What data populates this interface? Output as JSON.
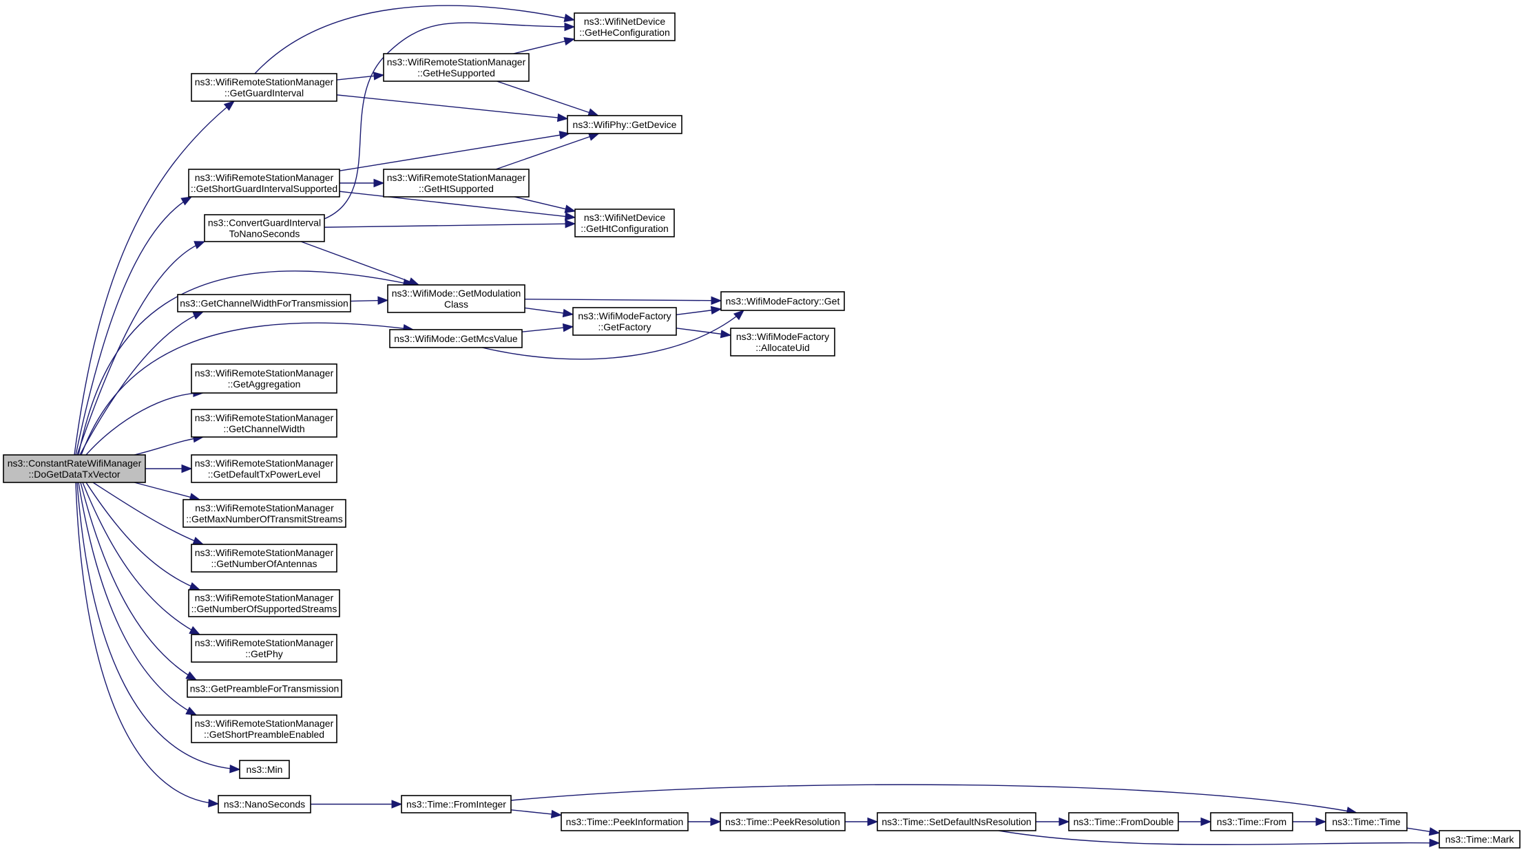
{
  "diagram": {
    "type": "call-graph",
    "root": "n_root",
    "nodes": [
      {
        "id": "n_root",
        "lines": [
          "ns3::ConstantRateWifiManager",
          "::DoGetDataTxVector"
        ],
        "highlighted": true
      },
      {
        "id": "n_guard",
        "lines": [
          "ns3::WifiRemoteStationManager",
          "::GetGuardInterval"
        ]
      },
      {
        "id": "n_sgis",
        "lines": [
          "ns3::WifiRemoteStationManager",
          "::GetShortGuardIntervalSupported"
        ]
      },
      {
        "id": "n_conv",
        "lines": [
          "ns3::ConvertGuardInterval",
          "ToNanoSeconds"
        ]
      },
      {
        "id": "n_cwft",
        "lines": [
          "ns3::GetChannelWidthForTransmission"
        ]
      },
      {
        "id": "n_aggr",
        "lines": [
          "ns3::WifiRemoteStationManager",
          "::GetAggregation"
        ]
      },
      {
        "id": "n_cw",
        "lines": [
          "ns3::WifiRemoteStationManager",
          "::GetChannelWidth"
        ]
      },
      {
        "id": "n_dtpl",
        "lines": [
          "ns3::WifiRemoteStationManager",
          "::GetDefaultTxPowerLevel"
        ]
      },
      {
        "id": "n_mnts",
        "lines": [
          "ns3::WifiRemoteStationManager",
          "::GetMaxNumberOfTransmitStreams"
        ]
      },
      {
        "id": "n_noa",
        "lines": [
          "ns3::WifiRemoteStationManager",
          "::GetNumberOfAntennas"
        ]
      },
      {
        "id": "n_noss",
        "lines": [
          "ns3::WifiRemoteStationManager",
          "::GetNumberOfSupportedStreams"
        ]
      },
      {
        "id": "n_phy",
        "lines": [
          "ns3::WifiRemoteStationManager",
          "::GetPhy"
        ]
      },
      {
        "id": "n_pft",
        "lines": [
          "ns3::GetPreambleForTransmission"
        ]
      },
      {
        "id": "n_spe",
        "lines": [
          "ns3::WifiRemoteStationManager",
          "::GetShortPreambleEnabled"
        ]
      },
      {
        "id": "n_min",
        "lines": [
          "ns3::Min"
        ]
      },
      {
        "id": "n_nano",
        "lines": [
          "ns3::NanoSeconds"
        ]
      },
      {
        "id": "n_hesup",
        "lines": [
          "ns3::WifiRemoteStationManager",
          "::GetHeSupported"
        ]
      },
      {
        "id": "n_htsup",
        "lines": [
          "ns3::WifiRemoteStationManager",
          "::GetHtSupported"
        ]
      },
      {
        "id": "n_modc",
        "lines": [
          "ns3::WifiMode::GetModulation",
          "Class"
        ]
      },
      {
        "id": "n_mcs",
        "lines": [
          "ns3::WifiMode::GetMcsValue"
        ]
      },
      {
        "id": "n_heconf",
        "lines": [
          "ns3::WifiNetDevice",
          "::GetHeConfiguration"
        ]
      },
      {
        "id": "n_getdev",
        "lines": [
          "ns3::WifiPhy::GetDevice"
        ]
      },
      {
        "id": "n_htconf",
        "lines": [
          "ns3::WifiNetDevice",
          "::GetHtConfiguration"
        ]
      },
      {
        "id": "n_getfac",
        "lines": [
          "ns3::WifiModeFactory",
          "::GetFactory"
        ]
      },
      {
        "id": "n_mfget",
        "lines": [
          "ns3::WifiModeFactory::Get"
        ]
      },
      {
        "id": "n_alloc",
        "lines": [
          "ns3::WifiModeFactory",
          "::AllocateUid"
        ]
      },
      {
        "id": "n_fromint",
        "lines": [
          "ns3::Time::FromInteger"
        ]
      },
      {
        "id": "n_peekinfo",
        "lines": [
          "ns3::Time::PeekInformation"
        ]
      },
      {
        "id": "n_peekres",
        "lines": [
          "ns3::Time::PeekResolution"
        ]
      },
      {
        "id": "n_setdef",
        "lines": [
          "ns3::Time::SetDefaultNsResolution"
        ]
      },
      {
        "id": "n_fromdbl",
        "lines": [
          "ns3::Time::FromDouble"
        ]
      },
      {
        "id": "n_from",
        "lines": [
          "ns3::Time::From"
        ]
      },
      {
        "id": "n_time",
        "lines": [
          "ns3::Time::Time"
        ]
      },
      {
        "id": "n_mark",
        "lines": [
          "ns3::Time::Mark"
        ]
      }
    ],
    "edges": [
      {
        "from": "n_root",
        "to": "n_guard"
      },
      {
        "from": "n_root",
        "to": "n_sgis"
      },
      {
        "from": "n_root",
        "to": "n_conv"
      },
      {
        "from": "n_root",
        "to": "n_modc"
      },
      {
        "from": "n_root",
        "to": "n_cwft"
      },
      {
        "from": "n_root",
        "to": "n_mcs"
      },
      {
        "from": "n_root",
        "to": "n_aggr"
      },
      {
        "from": "n_root",
        "to": "n_cw"
      },
      {
        "from": "n_root",
        "to": "n_dtpl"
      },
      {
        "from": "n_root",
        "to": "n_mnts"
      },
      {
        "from": "n_root",
        "to": "n_noa"
      },
      {
        "from": "n_root",
        "to": "n_noss"
      },
      {
        "from": "n_root",
        "to": "n_phy"
      },
      {
        "from": "n_root",
        "to": "n_pft"
      },
      {
        "from": "n_root",
        "to": "n_spe"
      },
      {
        "from": "n_root",
        "to": "n_min"
      },
      {
        "from": "n_root",
        "to": "n_nano"
      },
      {
        "from": "n_guard",
        "to": "n_heconf"
      },
      {
        "from": "n_guard",
        "to": "n_hesup"
      },
      {
        "from": "n_guard",
        "to": "n_getdev"
      },
      {
        "from": "n_hesup",
        "to": "n_heconf"
      },
      {
        "from": "n_hesup",
        "to": "n_getdev"
      },
      {
        "from": "n_sgis",
        "to": "n_getdev"
      },
      {
        "from": "n_sgis",
        "to": "n_htsup"
      },
      {
        "from": "n_sgis",
        "to": "n_htconf"
      },
      {
        "from": "n_htsup",
        "to": "n_getdev"
      },
      {
        "from": "n_htsup",
        "to": "n_htconf"
      },
      {
        "from": "n_conv",
        "to": "n_heconf"
      },
      {
        "from": "n_conv",
        "to": "n_htconf"
      },
      {
        "from": "n_conv",
        "to": "n_modc"
      },
      {
        "from": "n_cwft",
        "to": "n_modc"
      },
      {
        "from": "n_modc",
        "to": "n_mfget"
      },
      {
        "from": "n_modc",
        "to": "n_getfac"
      },
      {
        "from": "n_mcs",
        "to": "n_getfac"
      },
      {
        "from": "n_mcs",
        "to": "n_mfget"
      },
      {
        "from": "n_getfac",
        "to": "n_mfget"
      },
      {
        "from": "n_getfac",
        "to": "n_alloc"
      },
      {
        "from": "n_nano",
        "to": "n_fromint"
      },
      {
        "from": "n_fromint",
        "to": "n_time"
      },
      {
        "from": "n_fromint",
        "to": "n_peekinfo"
      },
      {
        "from": "n_peekinfo",
        "to": "n_peekres"
      },
      {
        "from": "n_peekres",
        "to": "n_setdef"
      },
      {
        "from": "n_setdef",
        "to": "n_fromdbl"
      },
      {
        "from": "n_setdef",
        "to": "n_mark"
      },
      {
        "from": "n_fromdbl",
        "to": "n_from"
      },
      {
        "from": "n_from",
        "to": "n_time"
      },
      {
        "from": "n_time",
        "to": "n_mark"
      }
    ],
    "colors": {
      "edge": "#191970",
      "node_border": "#000000",
      "node_fill": "#ffffff",
      "root_fill": "#bfbfbf"
    }
  }
}
